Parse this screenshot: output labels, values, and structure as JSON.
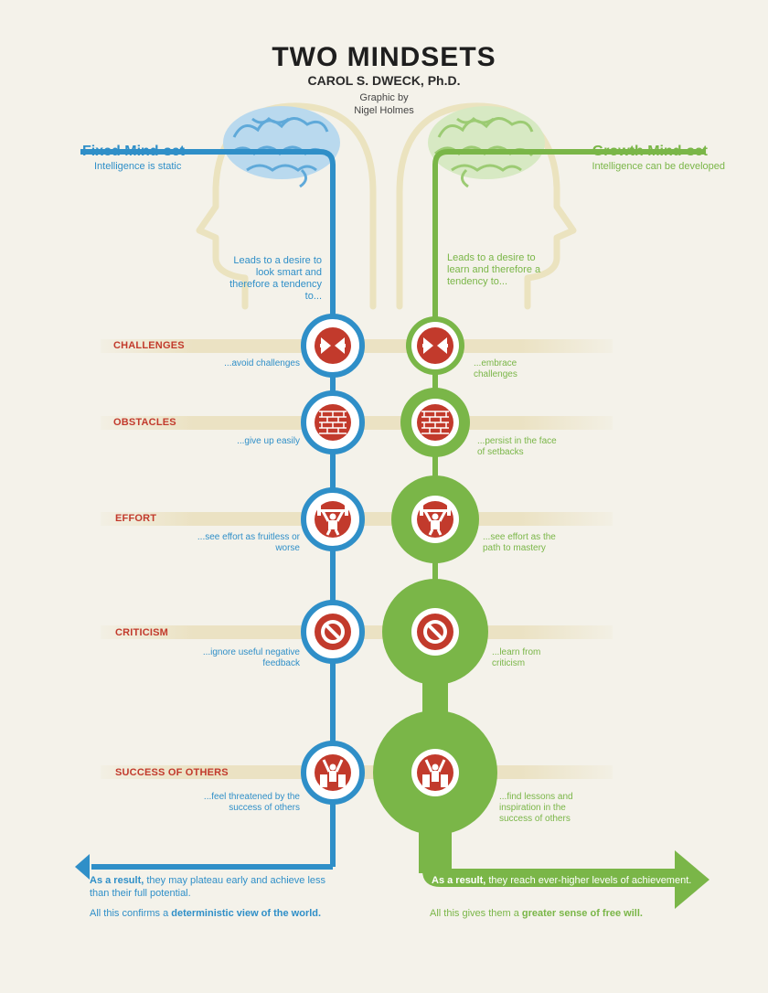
{
  "header": {
    "title": "TWO MINDSETS",
    "author": "CAROL S. DWECK, Ph.D.",
    "credit_line1": "Graphic by",
    "credit_line2": "Nigel Holmes"
  },
  "fixed": {
    "title": "Fixed Mind-set",
    "subtitle": "Intelligence is static",
    "lead": "Leads to a desire to look smart and therefore a tendency to...",
    "result_lead": "As a result,",
    "result_text": " they may plateau early and achieve less than their full potential.",
    "conclusion_text": "All this confirms a ",
    "conclusion_bold": "deterministic view of the world.",
    "color": "#2f8fc8"
  },
  "growth": {
    "title": "Growth Mind-set",
    "subtitle": "Intelligence can be developed",
    "lead": "Leads to a desire to learn and therefore a tendency to...",
    "result_lead": "As a result,",
    "result_text": " they reach ever-higher levels of achievement.",
    "conclusion_text": "All this gives them a ",
    "conclusion_bold": "greater sense of free will.",
    "color": "#7ab648"
  },
  "rows": [
    {
      "category": "CHALLENGES",
      "icon": "challenge-arrows-icon",
      "fixed_text": "...avoid challenges",
      "growth_text": "...embrace challenges"
    },
    {
      "category": "OBSTACLES",
      "icon": "brick-wall-icon",
      "fixed_text": "...give up easily",
      "growth_text": "...persist in the face of setbacks"
    },
    {
      "category": "EFFORT",
      "icon": "weightlifter-icon",
      "fixed_text": "...see effort as fruitless or worse",
      "growth_text": "...see effort as the path to mastery"
    },
    {
      "category": "CRITICISM",
      "icon": "no-entry-icon",
      "fixed_text": "...ignore useful negative feedback",
      "growth_text": "...learn from criticism"
    },
    {
      "category": "SUCCESS OF OTHERS",
      "icon": "winner-icon",
      "fixed_text": "...feel threatened by the success of others",
      "growth_text": "...find lessons and inspiration in the success of others"
    }
  ],
  "colors": {
    "background": "#f4f2ea",
    "category_red": "#c23a2c",
    "band": "#ebe2c3",
    "head_outline": "#ebe3bf"
  }
}
